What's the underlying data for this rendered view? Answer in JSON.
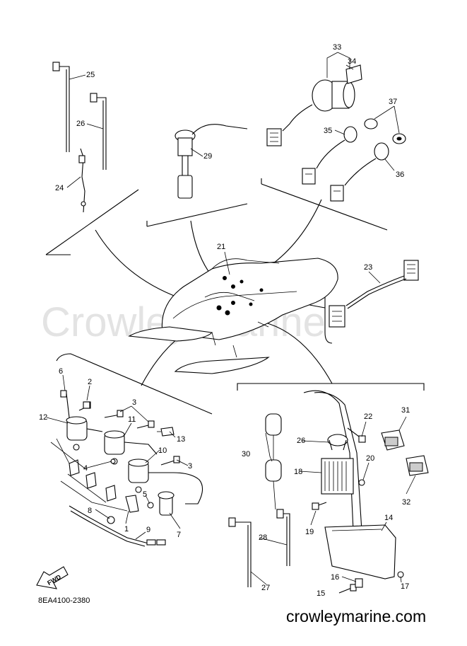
{
  "watermark": "Crowley Marine",
  "diagram_code": "8EA4100-2380",
  "website": "crowleymarine.com",
  "fwd_label": "FWD",
  "callouts": {
    "c1": "1",
    "c2": "2",
    "c3a": "3",
    "c3b": "3",
    "c4": "4",
    "c5": "5",
    "c6": "6",
    "c7": "7",
    "c8": "8",
    "c9": "9",
    "c10": "10",
    "c11": "11",
    "c12": "12",
    "c13": "13",
    "c14": "14",
    "c15": "15",
    "c16": "16",
    "c17": "17",
    "c18": "18",
    "c19": "19",
    "c20": "20",
    "c21": "21",
    "c22": "22",
    "c23": "23",
    "c24": "24",
    "c25": "25",
    "c26a": "26",
    "c26b": "26",
    "c27": "27",
    "c28": "28",
    "c29": "29",
    "c30": "30",
    "c31": "31",
    "c32": "32",
    "c33": "33",
    "c34": "34",
    "c35": "35",
    "c36": "36",
    "c37": "37"
  }
}
